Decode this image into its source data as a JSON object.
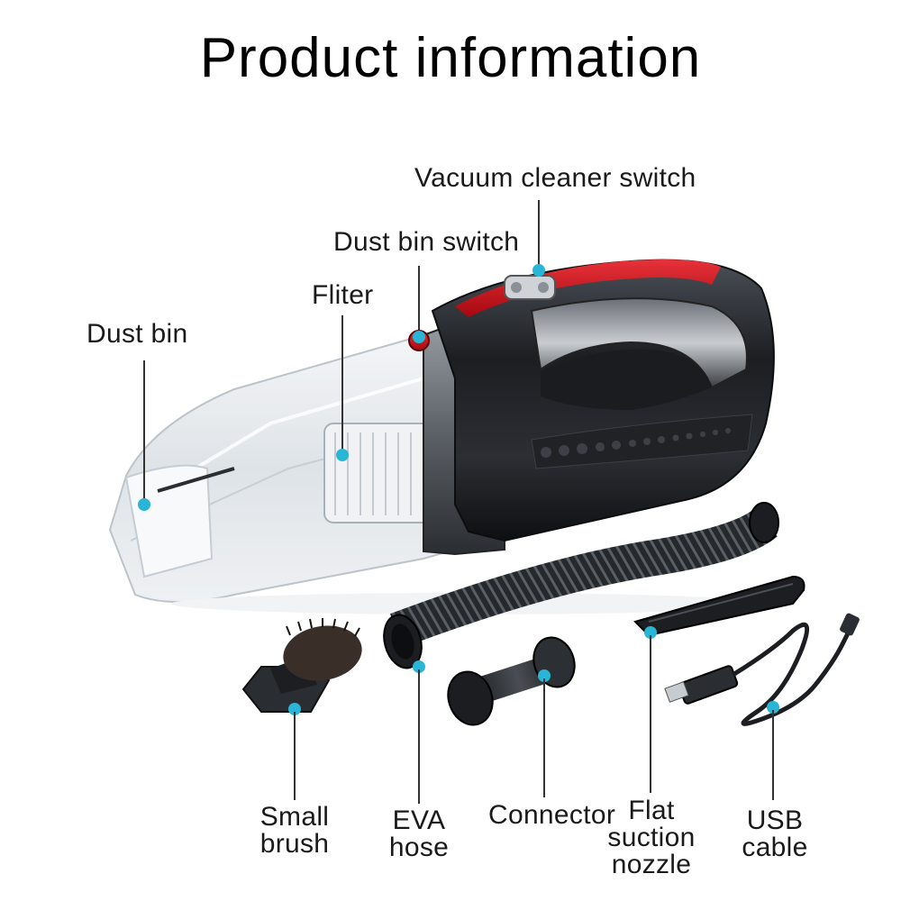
{
  "title": "Product information",
  "colors": {
    "callout_dot": "#29b6d6",
    "callout_line": "#333333",
    "body_red": "#c8141c",
    "body_dark": "#1b1d20",
    "bin_clear": "#e9eef3"
  },
  "labels": {
    "vacuum_switch": "Vacuum cleaner switch",
    "dustbin_switch": "Dust bin switch",
    "filter": "Fliter",
    "dust_bin": "Dust bin",
    "small_brush": "Small\nbrush",
    "eva_hose": "EVA\nhose",
    "connector": "Connector",
    "flat_nozzle": "Flat\nsuction\nnozzle",
    "usb_cable": "USB\ncable"
  },
  "icons": [
    "vacuum-cleaner-illustration",
    "brush-icon",
    "hose-icon",
    "connector-icon",
    "nozzle-icon",
    "usb-cable-icon"
  ]
}
